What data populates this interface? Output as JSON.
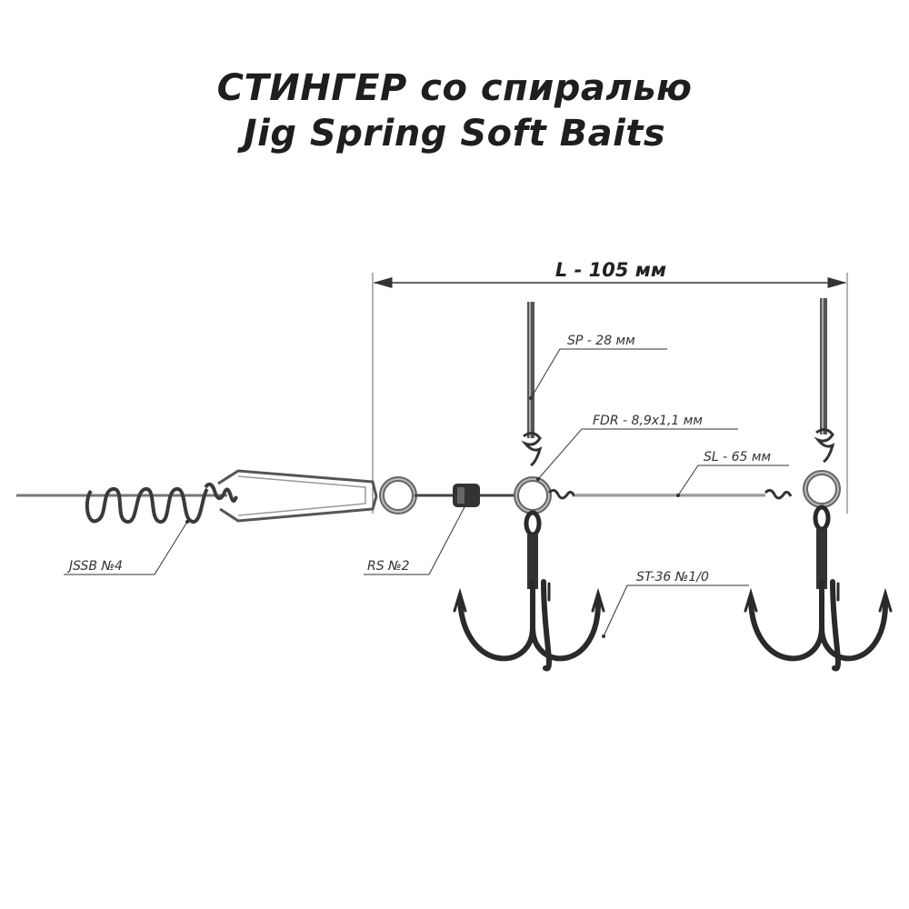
{
  "title": {
    "line1": "СТИНГЕР со спиралью",
    "line2": "Jig Spring Soft Baits"
  },
  "dimension": {
    "label": "L - 105 мм"
  },
  "callouts": {
    "spring_pin": "SP - 28 мм",
    "flat_ring": "FDR - 8,9x1,1 мм",
    "steel_leader": "SL - 65 мм",
    "jig_spring": "JSSB №4",
    "rolling_swivel": "RS №2",
    "treble_hook": "ST-36 №1/0"
  }
}
